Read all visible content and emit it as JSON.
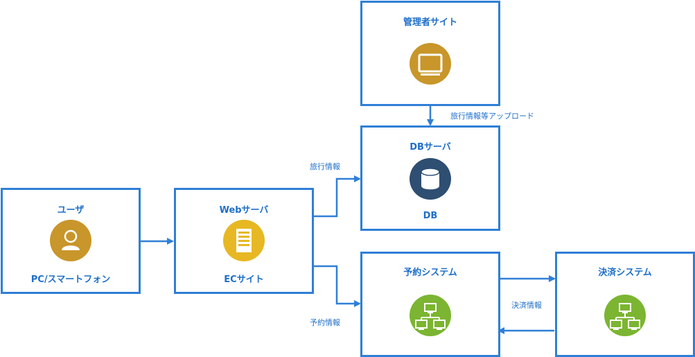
{
  "nodes": {
    "admin": {
      "title": "管理者サイト",
      "icon": "monitor-icon",
      "color": "#c8962a"
    },
    "db": {
      "title": "DBサーバ",
      "sub": "DB",
      "icon": "database-icon",
      "color": "#2e4e72"
    },
    "user": {
      "title": "ユーザ",
      "sub": "PC/スマートフォン",
      "icon": "user-icon",
      "color": "#c8962a"
    },
    "web": {
      "title": "Webサーバ",
      "sub": "ECサイト",
      "icon": "server-icon",
      "color": "#e7b824"
    },
    "reservation": {
      "title": "予約システム",
      "icon": "network-icon",
      "color": "#7bb531"
    },
    "payment": {
      "title": "決済システム",
      "icon": "network-icon",
      "color": "#7bb531"
    }
  },
  "edges": {
    "admin_db": "旅行情報等アップロード",
    "web_db": "旅行情報",
    "web_reservation": "予約情報",
    "reservation_payment": "決済情報"
  },
  "colors": {
    "border": "#2f7fd6",
    "text": "#1f6fc9"
  }
}
